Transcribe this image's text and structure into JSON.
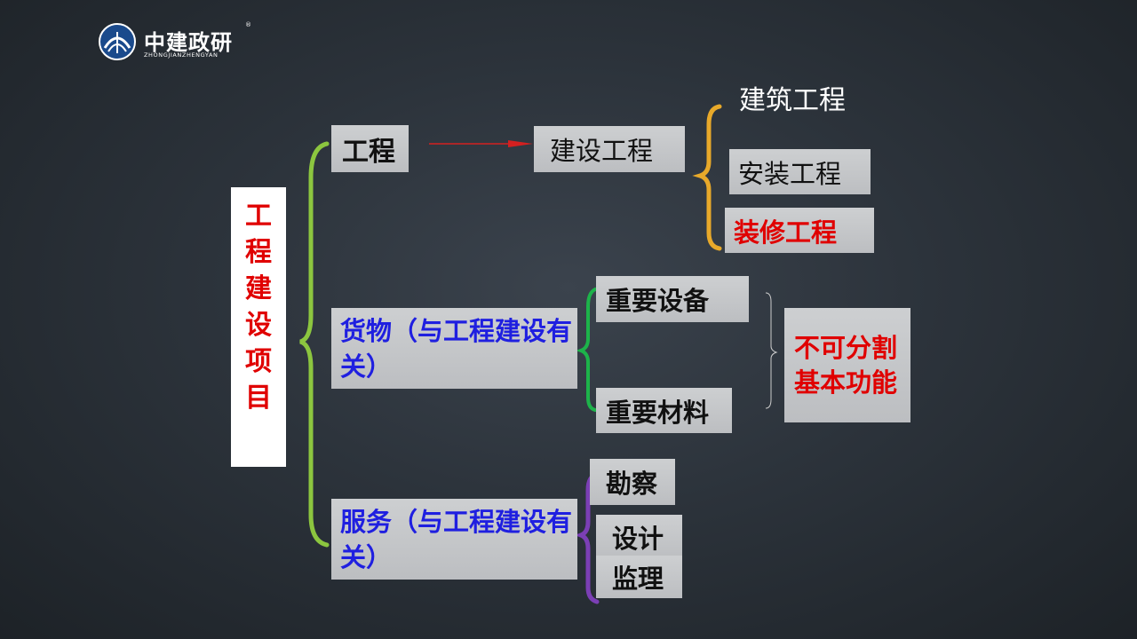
{
  "logo": {
    "name": "中建政研",
    "subtitle": "ZHONGJIANZHENGYAN",
    "reg": "®"
  },
  "root": {
    "chars": [
      "工",
      "程",
      "建",
      "设",
      "项",
      "目"
    ]
  },
  "level1": {
    "engineering": "工程",
    "goods": "货物（与工程建设有关）",
    "services": "服务（与工程建设有关）"
  },
  "level2": {
    "construction_engineering": "建设工程",
    "important_equipment": "重要设备",
    "important_materials": "重要材料",
    "survey": "勘察",
    "design": "设计",
    "supervision": "监理"
  },
  "level3": {
    "building": "建筑工程",
    "installation": "安装工程",
    "decoration": "装修工程"
  },
  "note": {
    "inseparable": "不可分割基本功能"
  },
  "colors": {
    "brace_main": "#8cc63f",
    "brace_goods": "#1db34a",
    "brace_services": "#7b3fb5",
    "brace_engineering": "#e8a92a",
    "arrow": "#d42020",
    "highlight_red": "#e00000",
    "highlight_blue": "#1f1fe0"
  }
}
